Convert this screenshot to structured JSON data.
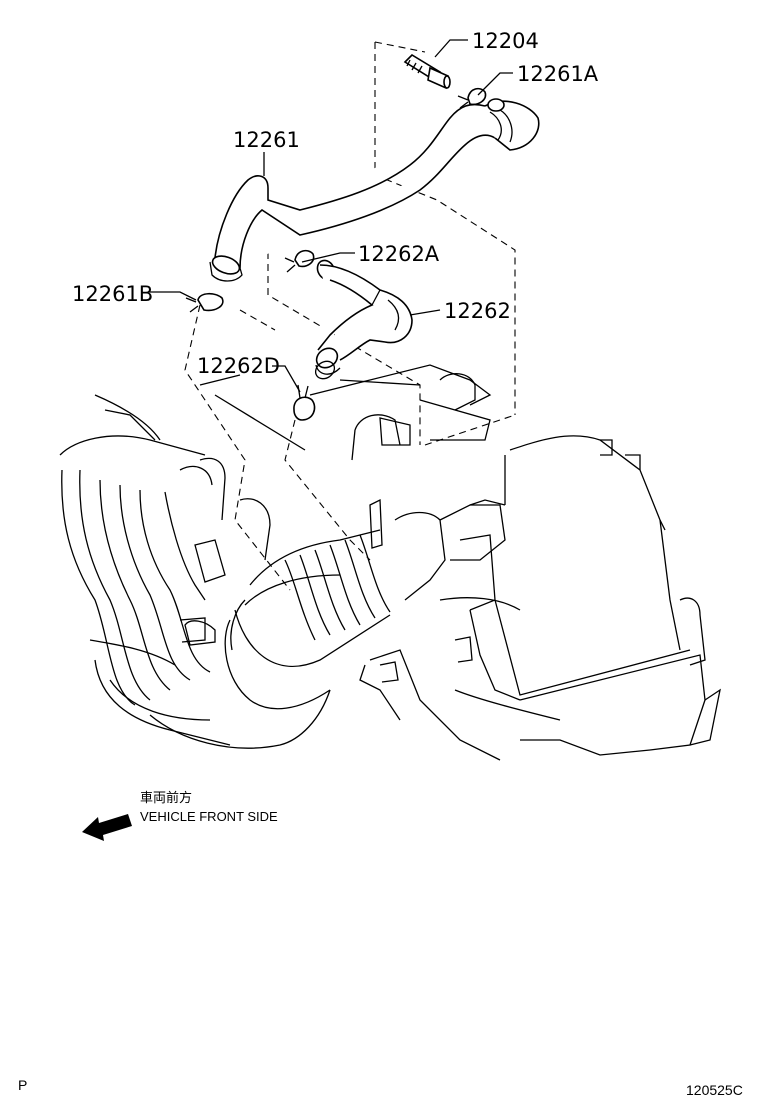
{
  "parts": [
    {
      "id": "p12204",
      "number": "12204"
    },
    {
      "id": "p12261A",
      "number": "12261A"
    },
    {
      "id": "p12261",
      "number": "12261"
    },
    {
      "id": "p12262A",
      "number": "12262A"
    },
    {
      "id": "p12261B",
      "number": "12261B"
    },
    {
      "id": "p12262",
      "number": "12262"
    },
    {
      "id": "p12262D",
      "number": "12262D"
    }
  ],
  "direction": {
    "label_jp": "車両前方",
    "label_en": "VEHICLE FRONT SIDE"
  },
  "footer": {
    "page_letter": "P",
    "diagram_code": "120525C"
  }
}
